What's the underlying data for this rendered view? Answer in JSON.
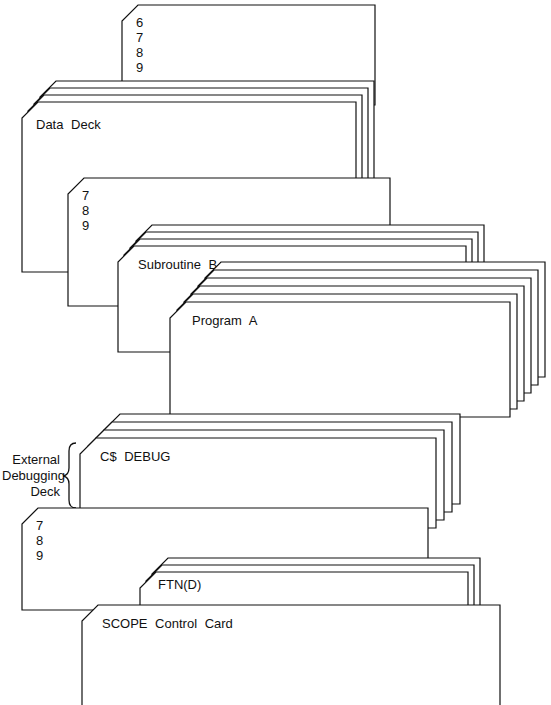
{
  "diagram": {
    "nodes": [
      {
        "text": [
          "6 7 8 9"
        ]
      },
      {
        "text": [
          "Data Deck"
        ]
      },
      {
        "text": [
          "7 8 9"
        ]
      },
      {
        "text": [
          "Subroutine B"
        ]
      },
      {
        "text": [
          "Program A"
        ]
      },
      {
        "text": [
          "C$ DEBUG"
        ]
      },
      {
        "text": [
          "7 8 9"
        ]
      },
      {
        "text": [
          "FTN(D)"
        ]
      },
      {
        "text": [
          "SCOPE Control Card"
        ]
      }
    ],
    "labels": [
      "External Debugging Deck"
    ]
  }
}
